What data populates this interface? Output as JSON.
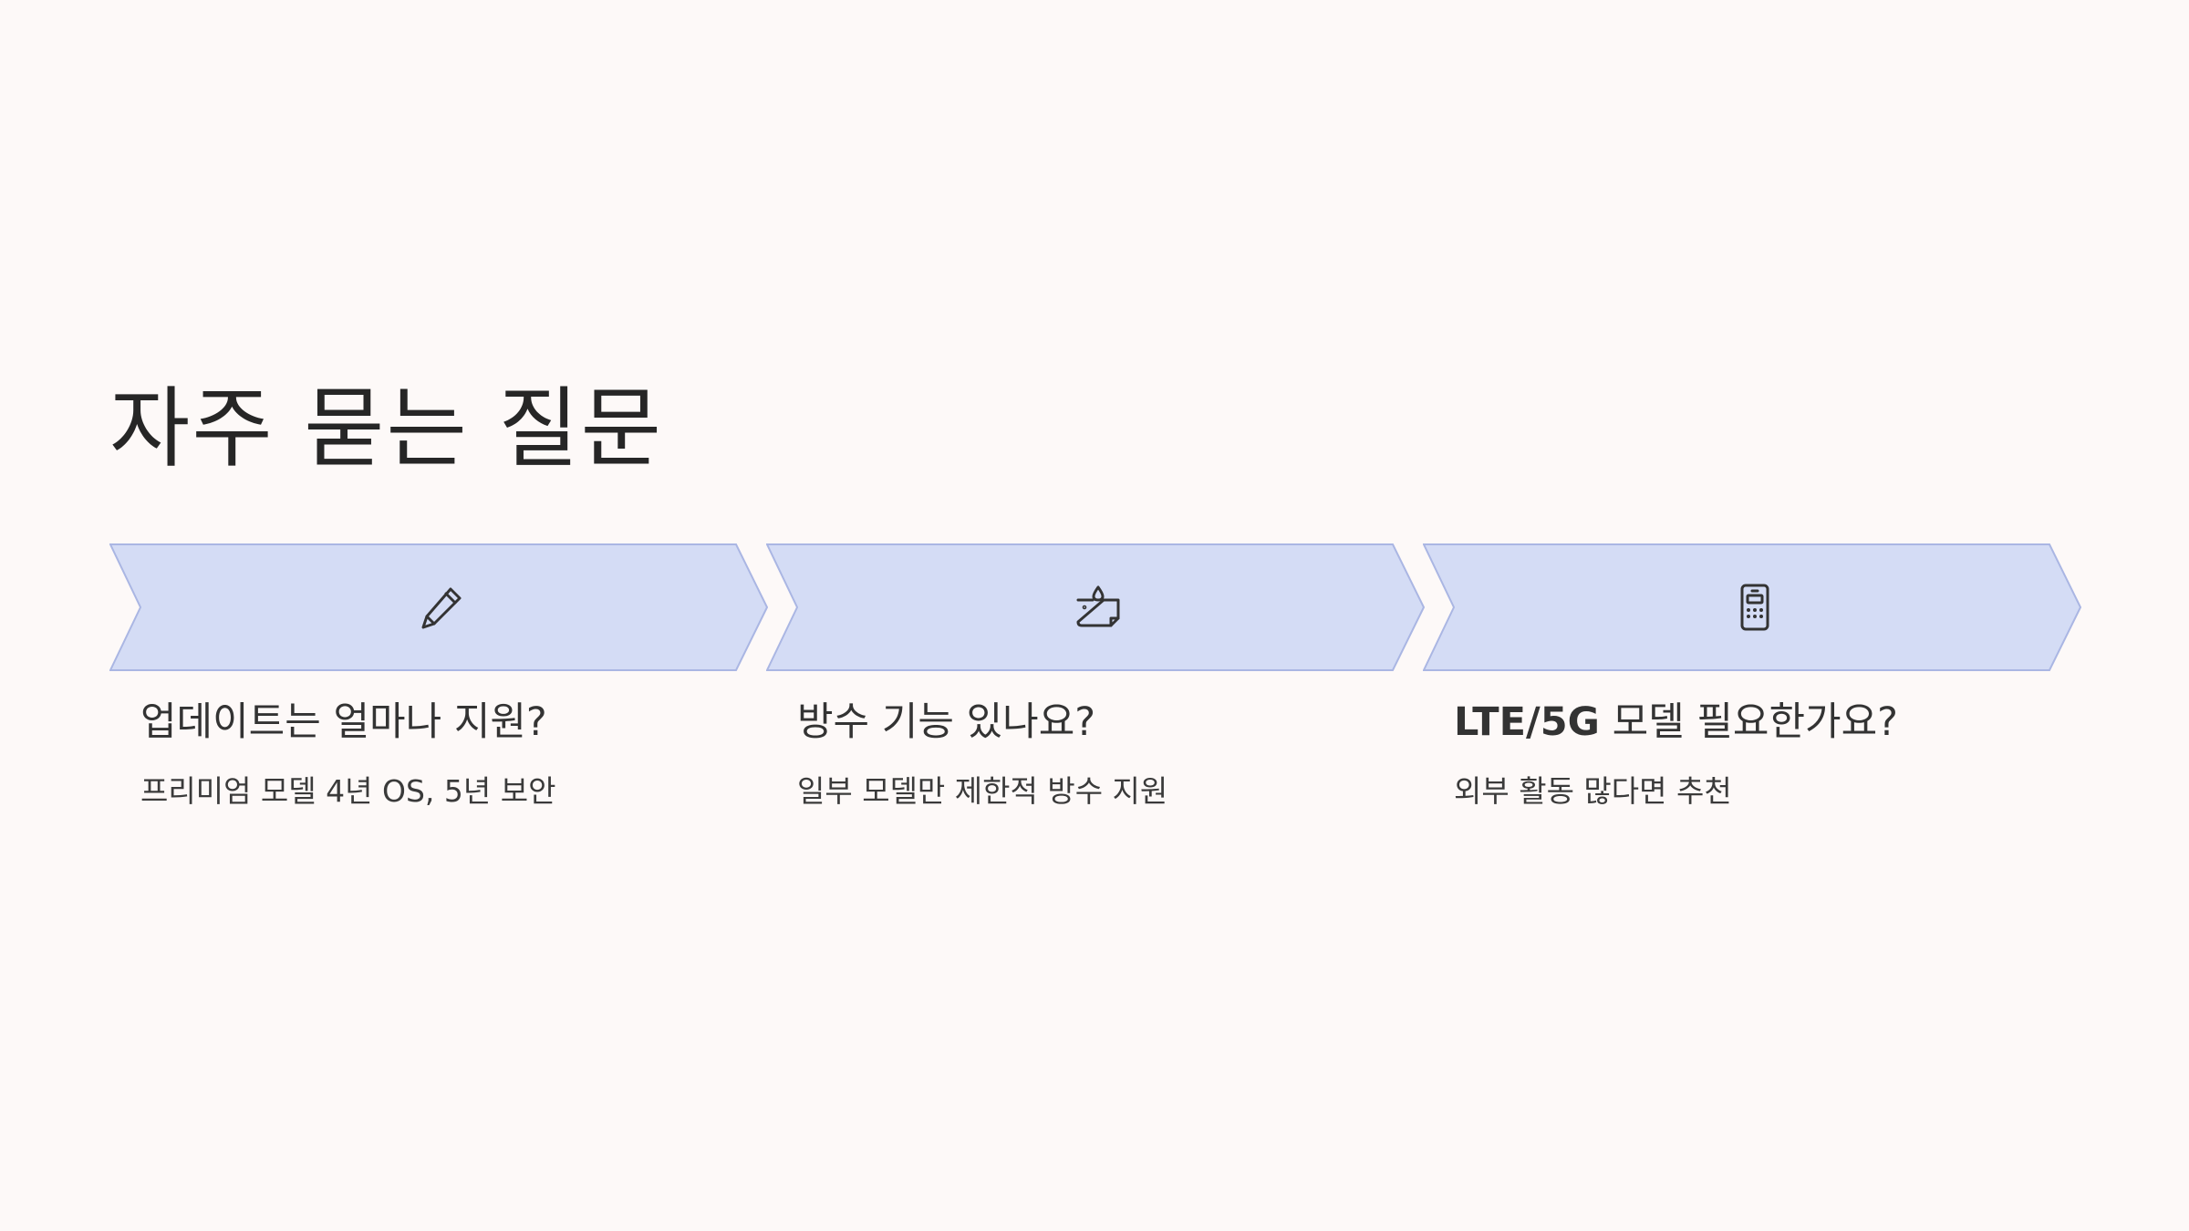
{
  "page": {
    "title": "자주 묻는 질문",
    "background": "#fdf9f8"
  },
  "theme": {
    "chevron_fill": "#d4dcf5",
    "chevron_stroke": "#aab6e3",
    "icon_color": "#333333"
  },
  "steps": [
    {
      "icon": "pencil-icon",
      "title": "업데이트는 얼마나 지원?",
      "description": "프리미엄 모델 4년 OS, 5년 보안"
    },
    {
      "icon": "water-resistant-device-icon",
      "title": "방수 기능 있나요?",
      "description": "일부 모델만 제한적 방수 지원"
    },
    {
      "icon": "mobile-phone-icon",
      "title_strong": "LTE/5G",
      "title_rest": " 모델 필요한가요?",
      "description": "외부 활동 많다면 추천"
    }
  ]
}
